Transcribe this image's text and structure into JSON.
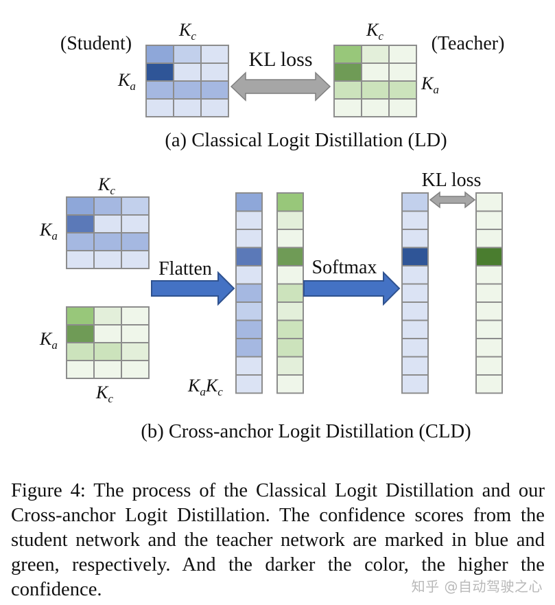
{
  "colors": {
    "blue_levels": [
      "#dbe3f4",
      "#c2d0ec",
      "#a5b8e1",
      "#8ea7d9",
      "#5b79b8",
      "#2f5597"
    ],
    "green_levels": [
      "#eff6ea",
      "#e3efda",
      "#cce3bc",
      "#b9d8a2",
      "#98c77a",
      "#6f9b56",
      "#4a7d2f"
    ],
    "cell_border": "#8c8c8c",
    "arrow_fill": "#4472c4",
    "arrow_stroke": "#2f528f",
    "double_arrow_fill": "#a6a6a6",
    "double_arrow_stroke": "#7f7f7f"
  },
  "icons": {
    "flatten_arrow": "right-arrow-icon",
    "softmax_arrow": "right-arrow-icon",
    "kl_arrow": "double-arrow-icon"
  },
  "panel_a": {
    "student_label": "(Student)",
    "teacher_label": "(Teacher)",
    "kl_label": "KL loss",
    "caption": "(a) Classical Logit Distillation (LD)",
    "student_kc": {
      "base": "K",
      "sub": "c"
    },
    "student_ka": {
      "base": "K",
      "sub": "a"
    },
    "teacher_kc": {
      "base": "K",
      "sub": "c"
    },
    "teacher_ka": {
      "base": "K",
      "sub": "a"
    },
    "student_grid": [
      [
        3,
        1,
        0
      ],
      [
        5,
        0,
        0
      ],
      [
        2,
        2,
        2
      ],
      [
        0,
        0,
        0
      ]
    ],
    "teacher_grid": [
      [
        4,
        1,
        0
      ],
      [
        5,
        0,
        0
      ],
      [
        2,
        2,
        2
      ],
      [
        0,
        0,
        0
      ]
    ]
  },
  "panel_b": {
    "kc_top": {
      "base": "K",
      "sub": "c"
    },
    "ka_top": {
      "base": "K",
      "sub": "a"
    },
    "ka_bottom": {
      "base": "K",
      "sub": "a"
    },
    "kc_bottom": {
      "base": "K",
      "sub": "c"
    },
    "kakc": {
      "base1": "K",
      "sub1": "a",
      "base2": "K",
      "sub2": "c"
    },
    "flatten_label": "Flatten",
    "softmax_label": "Softmax",
    "kl_label": "KL loss",
    "caption": "(b) Cross-anchor Logit Distillation (CLD)",
    "student_grid": [
      [
        3,
        2,
        1
      ],
      [
        4,
        0,
        0
      ],
      [
        2,
        2,
        2
      ],
      [
        0,
        0,
        0
      ]
    ],
    "teacher_grid": [
      [
        4,
        1,
        0
      ],
      [
        5,
        0,
        0
      ],
      [
        2,
        2,
        1
      ],
      [
        0,
        0,
        0
      ]
    ],
    "flat_student": [
      3,
      0,
      0,
      4,
      0,
      2,
      1,
      2,
      2,
      0,
      0
    ],
    "flat_teacher": [
      4,
      1,
      0,
      5,
      0,
      2,
      1,
      2,
      2,
      1,
      0
    ],
    "soft_student": [
      1,
      0,
      0,
      5,
      0,
      0,
      0,
      0,
      0,
      0,
      0
    ],
    "soft_teacher": [
      0,
      0,
      0,
      6,
      0,
      0,
      0,
      0,
      0,
      0,
      0
    ]
  },
  "caption": "Figure 4: The process of the Classical Logit Distillation and our Cross-anchor Logit Distillation. The confidence scores from the student network and the teacher network are marked in blue and green, respectively. And the darker the color, the higher the confidence.",
  "watermark": "知乎 @自动驾驶之心"
}
